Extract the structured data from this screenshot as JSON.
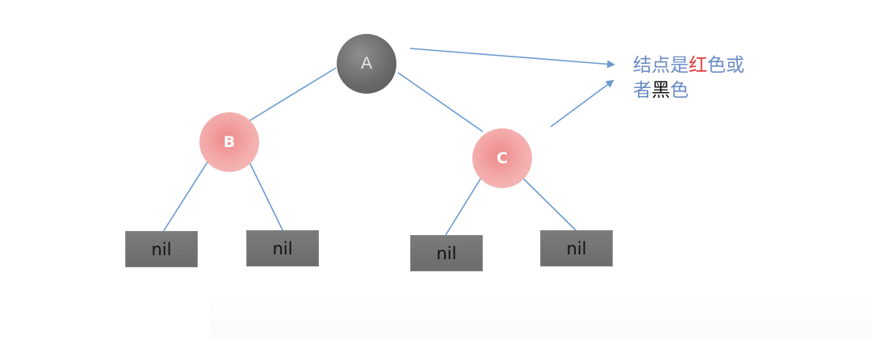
{
  "nodes": {
    "a": {
      "label": "A",
      "color": "black"
    },
    "b": {
      "label": "B",
      "color": "red"
    },
    "c": {
      "label": "C",
      "color": "red"
    }
  },
  "leaves": [
    "nil",
    "nil",
    "nil",
    "nil"
  ],
  "caption": {
    "part1": "结点是",
    "red_word": "红",
    "part2": "色或",
    "part3": "者",
    "black_word": "黑",
    "part4": "色"
  },
  "colors": {
    "edge": "#6b9bd0",
    "caption_text": "#6b8cc4",
    "red_word": "#e23a3a",
    "black_word": "#111111",
    "black_node": "#6b6b6b",
    "red_node": "#f3a7a7",
    "nil_box": "#737373"
  }
}
